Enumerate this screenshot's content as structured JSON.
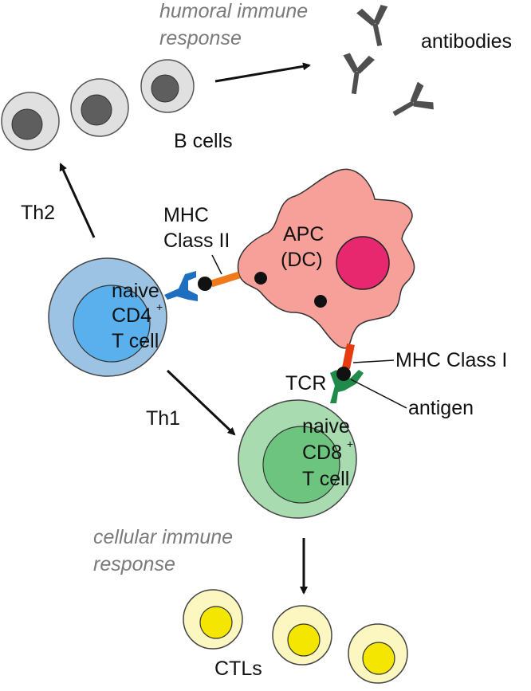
{
  "labels": {
    "humoral_line1": "humoral immune",
    "humoral_line2": "response",
    "antibodies": "antibodies",
    "b_cells": "B cells",
    "th2": "Th2",
    "th1": "Th1",
    "mhc2_line1": "MHC",
    "mhc2_line2": "Class II",
    "apc_line1": "APC",
    "apc_line2": "(DC)",
    "cd4_line1": "naive",
    "cd4_line2": "CD4",
    "cd4_sup": "+",
    "cd4_line3": "T cell",
    "mhc1": "MHC Class I",
    "tcr": "TCR",
    "antigen": "antigen",
    "cd8_line1": "naive",
    "cd8_line2": "CD8",
    "cd8_sup": "+",
    "cd8_line3": "T cell",
    "cellular_line1": "cellular immune",
    "cellular_line2": "response",
    "ctls": "CTLs"
  },
  "colors": {
    "b_cell_outer": "#e0e0e0",
    "b_cell_nucleus": "#5e5e5e",
    "cd4_outer": "#9cc3e3",
    "cd4_inner": "#5ab0ec",
    "cd8_outer": "#a8dcb0",
    "cd8_inner": "#6cc47e",
    "apc_body": "#f7a09a",
    "apc_nucleus": "#e8286e",
    "mhc2": "#f07a1a",
    "mhc1": "#e53a12",
    "tcr_blue": "#1f6fc0",
    "tcr_green": "#1f8a4a",
    "ctl_outer": "#fcf7c0",
    "ctl_inner": "#f5e600",
    "antibody": "#4f4f4f"
  }
}
